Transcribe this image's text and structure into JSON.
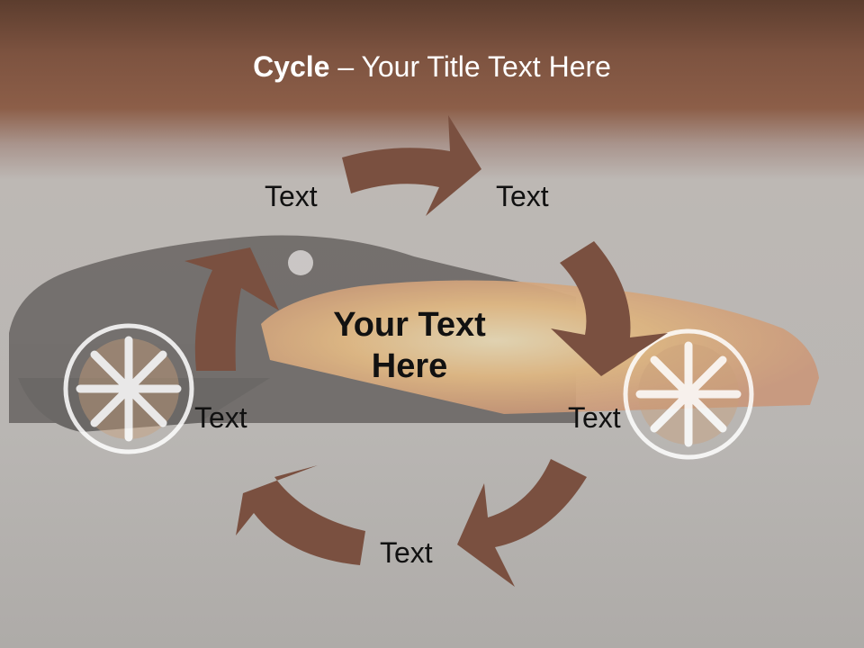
{
  "slide": {
    "title_bold": "Cycle",
    "title_rest": " – Your Title Text Here",
    "center_text_line1": "Your Text",
    "center_text_line2": "Here",
    "labels": [
      "Text",
      "Text",
      "Text",
      "Text",
      "Text"
    ]
  },
  "colors": {
    "arrow": "#7a5040",
    "title": "#ffffff",
    "text": "#111111",
    "header_band": "#7d5340",
    "car_body": "#f0a050"
  },
  "background_image": "sports-car-photo"
}
